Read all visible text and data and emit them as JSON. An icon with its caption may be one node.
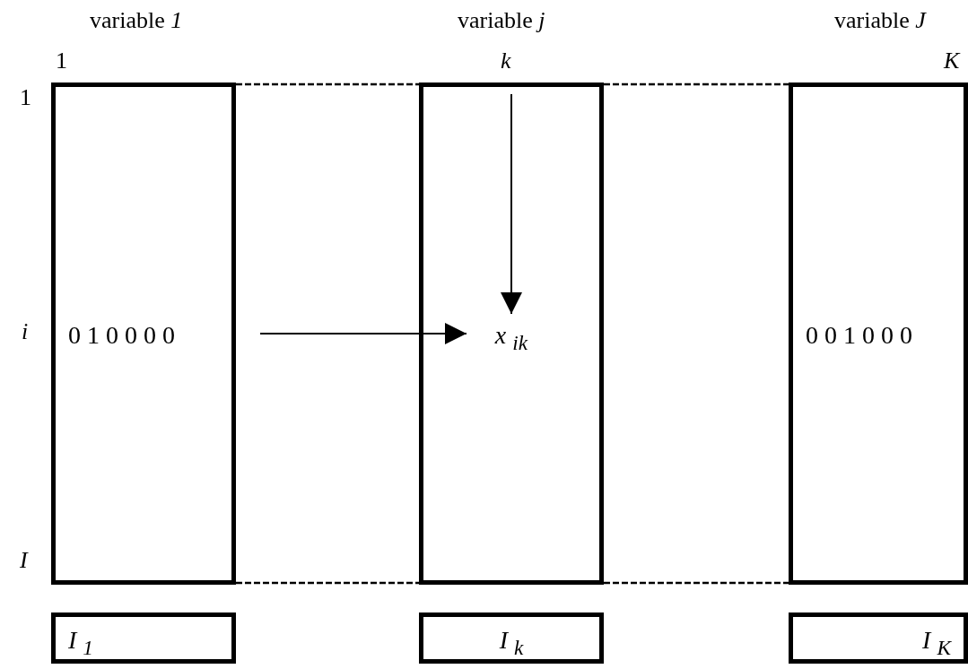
{
  "diagram": {
    "nodes": [
      {
        "text": [
          "0 1 0 0 0 0"
        ]
      },
      {
        "text": [],
        "shape": "box"
      },
      {
        "text": [
          "x $_{ik}$"
        ],
        "in": 1
      },
      {
        "text": [
          "0 0 1 0 0 0"
        ]
      },
      {
        "text": [
          "I $_{1}$"
        ]
      },
      {
        "text": [
          "I $_{k}$"
        ]
      },
      {
        "text": [
          "I $_{K}$"
        ]
      }
    ],
    "edges": [
      {
        "from": null,
        "to": 2,
        "arrow": "to"
      },
      {
        "from": null,
        "to": 2,
        "arrow": "to"
      },
      {
        "from": 0,
        "to": 1,
        "arrow": "none",
        "style": "dashed"
      },
      {
        "from": 0,
        "to": 1,
        "arrow": "none",
        "style": "dashed"
      },
      {
        "from": 1,
        "to": 3,
        "arrow": "none",
        "style": "dashed"
      },
      {
        "from": 1,
        "to": 3,
        "arrow": "none",
        "style": "dashed"
      }
    ],
    "labels": [
      "variable *1*",
      "variable *j*",
      "variable *J*",
      "1",
      "k",
      "K",
      "1",
      "i",
      "I"
    ]
  }
}
